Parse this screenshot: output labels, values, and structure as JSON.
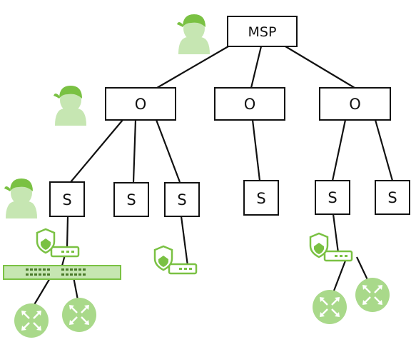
{
  "nodes": {
    "msp": {
      "label": "MSP"
    },
    "orgs": [
      {
        "label": "O"
      },
      {
        "label": "O"
      },
      {
        "label": "O"
      }
    ],
    "sites": [
      {
        "label": "S"
      },
      {
        "label": "S"
      },
      {
        "label": "S"
      },
      {
        "label": "S"
      },
      {
        "label": "S"
      },
      {
        "label": "S"
      }
    ]
  },
  "icons": {
    "user": "person-icon",
    "gateway": "firewall-gateway-icon",
    "switch": "network-switch-icon",
    "access_point": "access-point-icon"
  },
  "colors": {
    "accent": "#7ac143",
    "accent_light": "#a9d98a",
    "accent_pale": "#c6e6b2",
    "line": "#111111"
  }
}
